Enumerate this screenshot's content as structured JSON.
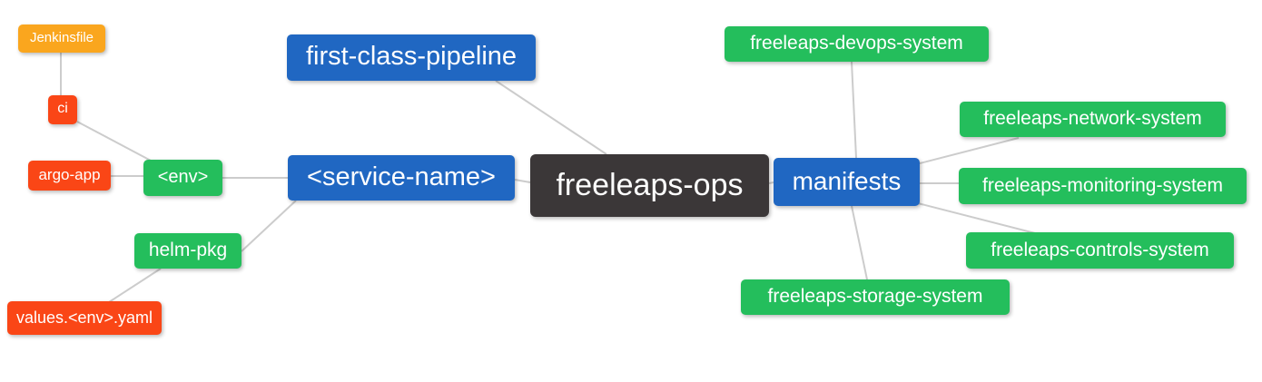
{
  "diagram": {
    "type": "mindmap",
    "root": "freeleaps-ops",
    "tree": {
      "freeleaps-ops": [
        "first-class-pipeline",
        "<service-name>",
        "manifests"
      ],
      "<service-name>": [
        "<env>",
        "helm-pkg"
      ],
      "<env>": [
        "ci",
        "argo-app"
      ],
      "ci": [
        "Jenkinsfile"
      ],
      "helm-pkg": [
        "values.<env>.yaml"
      ],
      "manifests": [
        "freeleaps-devops-system",
        "freeleaps-network-system",
        "freeleaps-monitoring-system",
        "freeleaps-controls-system",
        "freeleaps-storage-system"
      ]
    },
    "edges": [
      [
        "Jenkinsfile",
        "ci"
      ],
      [
        "ci",
        "<env>"
      ],
      [
        "argo-app",
        "<env>"
      ],
      [
        "<env>",
        "<service-name>"
      ],
      [
        "helm-pkg",
        "<service-name>"
      ],
      [
        "values.<env>.yaml",
        "helm-pkg"
      ],
      [
        "first-class-pipeline",
        "freeleaps-ops"
      ],
      [
        "<service-name>",
        "freeleaps-ops"
      ],
      [
        "freeleaps-ops",
        "manifests"
      ],
      [
        "manifests",
        "freeleaps-devops-system"
      ],
      [
        "manifests",
        "freeleaps-network-system"
      ],
      [
        "manifests",
        "freeleaps-monitoring-system"
      ],
      [
        "manifests",
        "freeleaps-controls-system"
      ],
      [
        "manifests",
        "freeleaps-storage-system"
      ]
    ]
  },
  "nodes": {
    "jenkinsfile": {
      "label": "Jenkinsfile"
    },
    "ci": {
      "label": "ci"
    },
    "argo_app": {
      "label": "argo-app"
    },
    "env": {
      "label": "<env>"
    },
    "helm_pkg": {
      "label": "helm-pkg"
    },
    "values_yaml": {
      "label": "values.<env>.yaml"
    },
    "pipeline": {
      "label": "first-class-pipeline"
    },
    "service_name": {
      "label": "<service-name>"
    },
    "root": {
      "label": "freeleaps-ops"
    },
    "manifests": {
      "label": "manifests"
    },
    "devops": {
      "label": "freeleaps-devops-system"
    },
    "network": {
      "label": "freeleaps-network-system"
    },
    "monitoring": {
      "label": "freeleaps-monitoring-system"
    },
    "controls": {
      "label": "freeleaps-controls-system"
    },
    "storage": {
      "label": "freeleaps-storage-system"
    }
  },
  "palette": {
    "bg": "#ffffff",
    "text": "#ffffff",
    "edge": "#cccccc",
    "orange": "#faa61e",
    "red": "#fa4616",
    "green": "#24be5c",
    "blue": "#2067c2",
    "dark": "#3b3738"
  }
}
